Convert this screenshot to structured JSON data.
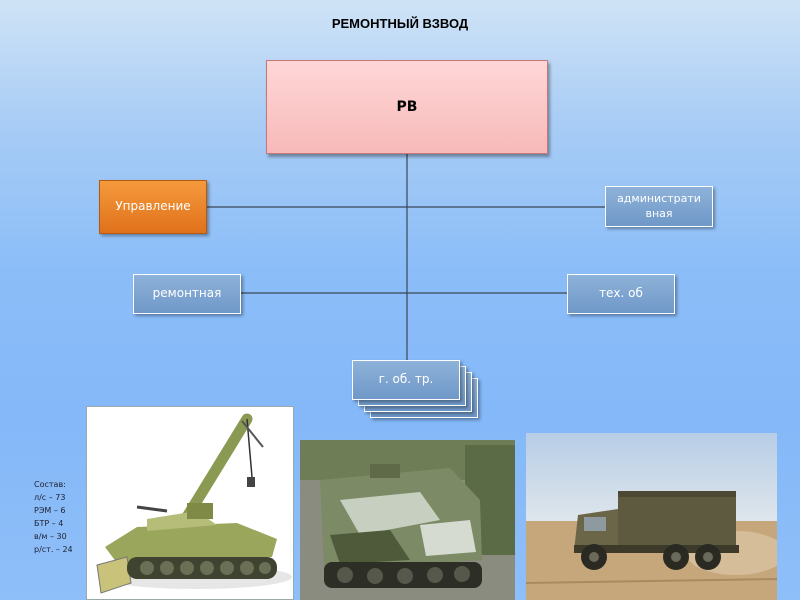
{
  "title": "РЕМОНТНЫЙ ВЗВОД",
  "nodes": {
    "root": "РВ",
    "management": "Управление",
    "admin_line1": "администрати",
    "admin_line2": "вная",
    "repair": "ремонтная",
    "tech": "тех. об",
    "transport": "г. об. тр."
  },
  "composition": {
    "heading": "Состав:",
    "items": [
      "л/с – 73",
      "РЭМ – 6",
      "БТР – 4",
      "в/м – 30",
      "р/ст. – 24"
    ]
  },
  "colors": {
    "root_fill": "#f7b9b9",
    "management_fill": "#e0711a",
    "node_fill": "#6f98c8",
    "connector": "#3a4656"
  }
}
